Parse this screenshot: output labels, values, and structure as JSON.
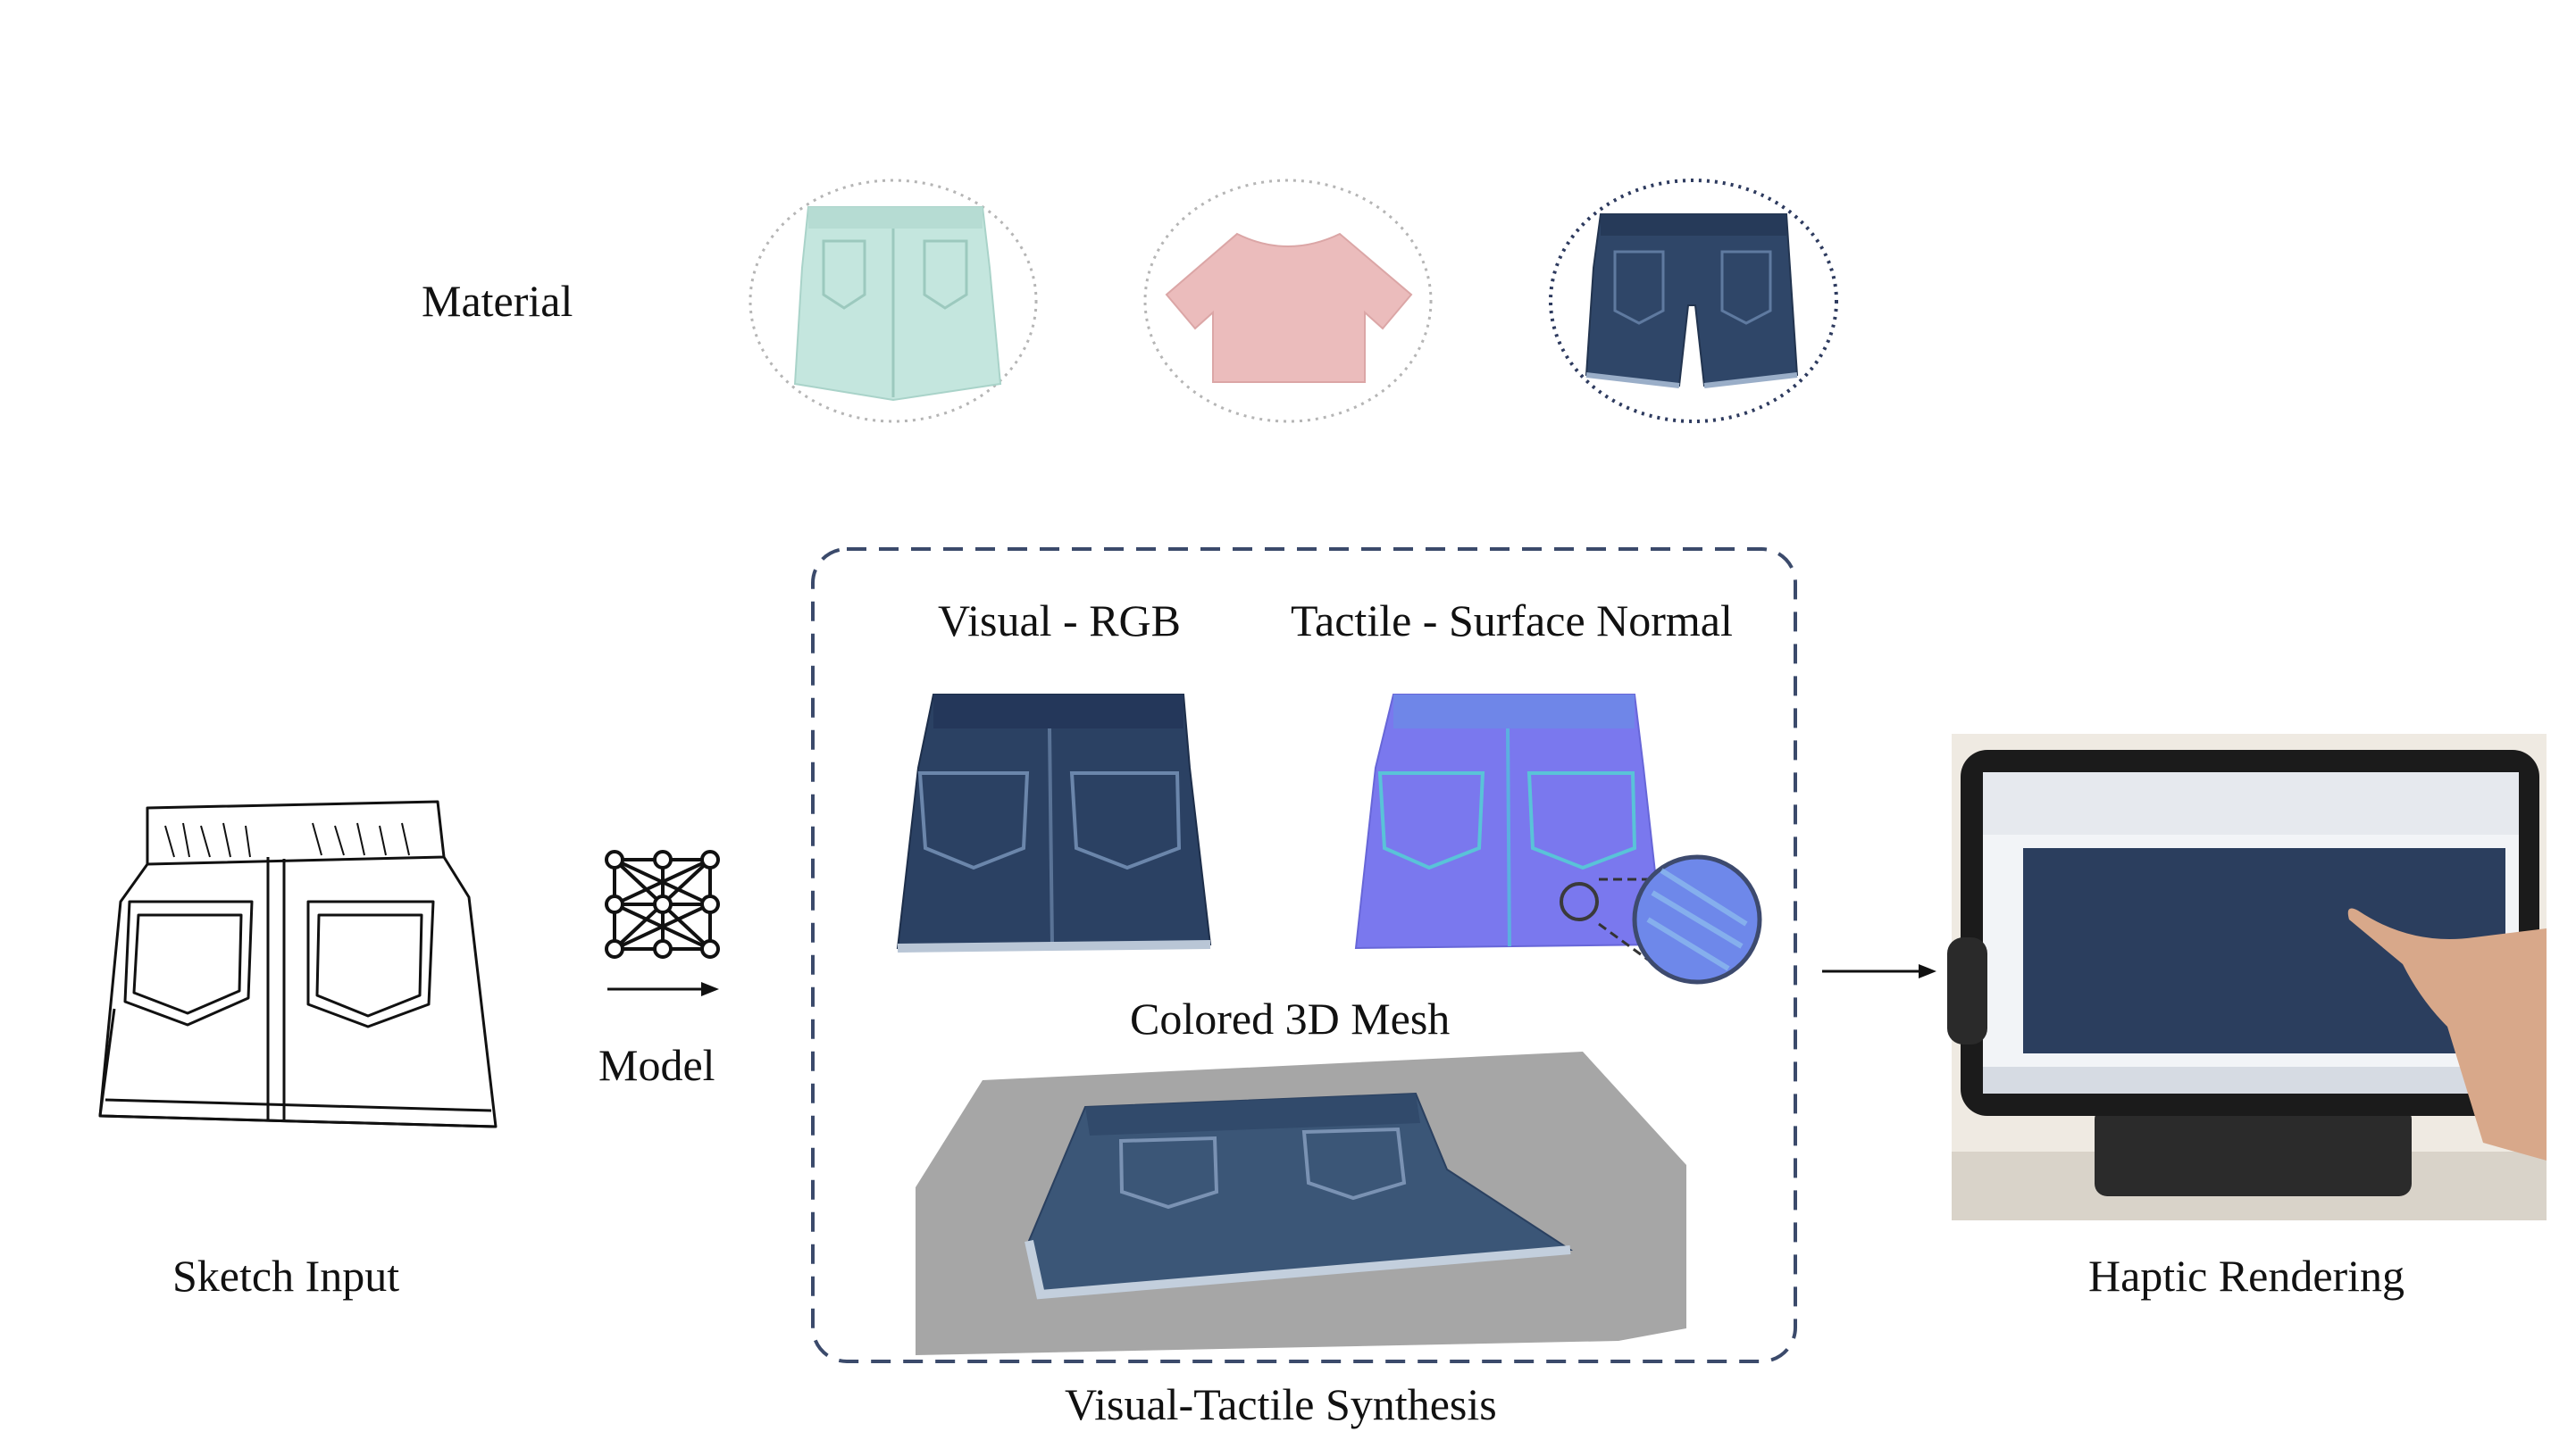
{
  "labels": {
    "material": "Material",
    "visual_rgb": "Visual - RGB",
    "tactile_normal": "Tactile - Surface Normal",
    "colored_mesh": "Colored 3D Mesh",
    "model": "Model",
    "sketch_input": "Sketch Input",
    "haptic_rendering": "Haptic Rendering",
    "synthesis": "Visual-Tactile Synthesis"
  },
  "material_options": [
    {
      "name": "mint-skirt-icon",
      "color": "#bfe3db"
    },
    {
      "name": "pink-shirt-icon",
      "color": "#e8b8b8"
    },
    {
      "name": "denim-shorts-icon",
      "color": "#2d4364"
    }
  ],
  "colors": {
    "denim": "#2b4163",
    "normal_map": "#7a78ee",
    "dashed_border": "#3b4a6b",
    "mesh_plane": "#a6a6a6"
  }
}
